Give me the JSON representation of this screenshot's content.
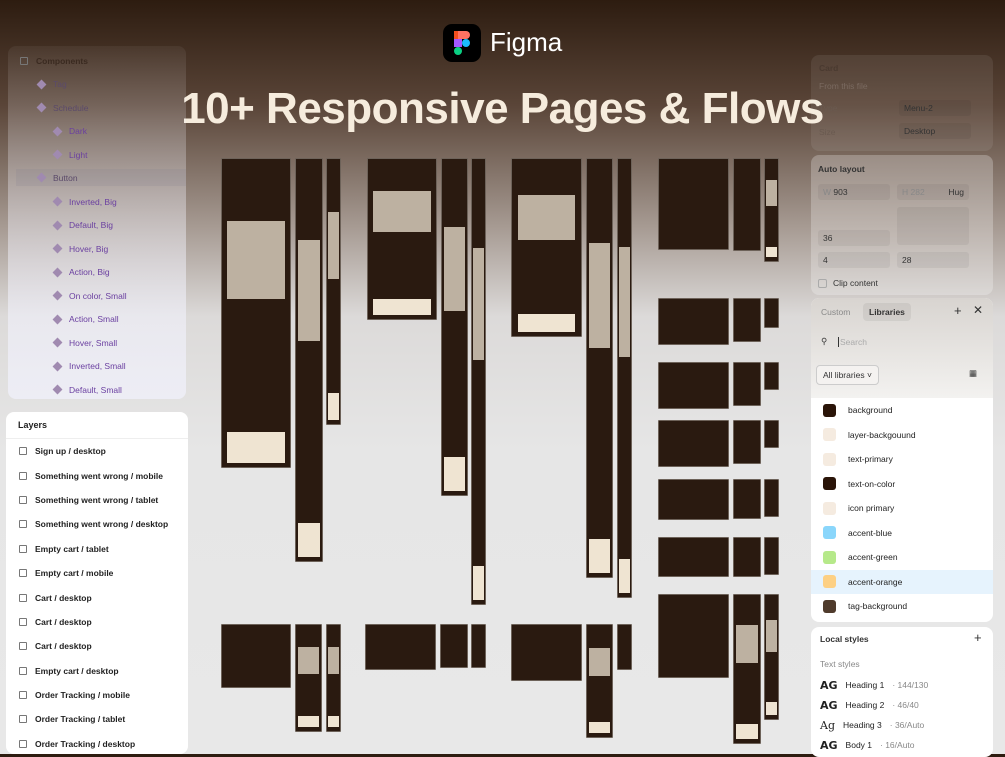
{
  "header": {
    "brand": "Figma",
    "headline": "10+ Responsive Pages & Flows"
  },
  "components": {
    "title": "Components",
    "items": [
      {
        "label": "Tag",
        "level": 1
      },
      {
        "label": "Schedule",
        "level": 1
      },
      {
        "label": "Dark",
        "level": 2
      },
      {
        "label": "Light",
        "level": 2
      },
      {
        "label": "Button",
        "level": 1
      },
      {
        "label": "Inverted, Big",
        "level": 2
      },
      {
        "label": "Default, Big",
        "level": 2
      },
      {
        "label": "Hover, Big",
        "level": 2
      },
      {
        "label": "Action, Big",
        "level": 2
      },
      {
        "label": "On color, Small",
        "level": 2
      },
      {
        "label": "Action, Small",
        "level": 2
      },
      {
        "label": "Hover, Small",
        "level": 2
      },
      {
        "label": "Inverted, Small",
        "level": 2
      },
      {
        "label": "Default, Small",
        "level": 2
      }
    ]
  },
  "layers": {
    "title": "Layers",
    "items": [
      "Sign up / desktop",
      "Something went wrong / mobile",
      "Something went wrong / tablet",
      "Something went wrong / desktop",
      "Empty cart / tablet",
      "Empty cart / mobile",
      "Cart / desktop",
      "Cart / desktop",
      "Cart / desktop",
      "Empty cart / desktop",
      "Order Tracking / mobile",
      "Order Tracking / tablet",
      "Order Tracking / desktop"
    ]
  },
  "properties": {
    "component": "Card",
    "source": "From this file",
    "type_label": "Type",
    "type_value": "Menu-2",
    "size_label": "Size",
    "size_value": "Desktop"
  },
  "auto_layout": {
    "title": "Auto layout",
    "w_label": "W",
    "w": "903",
    "h_label": "H",
    "h": "282",
    "h_mode": "Hug",
    "gap": "36",
    "padding_h": "4",
    "padding_v": "28",
    "clip": "Clip content"
  },
  "libraries": {
    "tab_custom": "Custom",
    "tab_libraries": "Libraries",
    "search_placeholder": "Search",
    "filter": "All libraries",
    "colors": [
      {
        "name": "background",
        "hex": "#2a1408"
      },
      {
        "name": "layer-backgouund",
        "hex": "#f5ebe0"
      },
      {
        "name": "text-primary",
        "hex": "#f5ebe0"
      },
      {
        "name": "text-on-color",
        "hex": "#2a1408"
      },
      {
        "name": "icon primary",
        "hex": "#f5ebe0"
      },
      {
        "name": "accent-blue",
        "hex": "#8ad6fb"
      },
      {
        "name": "accent-green",
        "hex": "#b6e98a"
      },
      {
        "name": "accent-orange",
        "hex": "#fdd084"
      },
      {
        "name": "tag-background",
        "hex": "#4f3b2c"
      }
    ],
    "selected": "accent-orange"
  },
  "local_styles": {
    "title": "Local styles",
    "section": "Text styles",
    "items": [
      {
        "glyph": "AG",
        "name": "Heading 1",
        "spec": "· 144/130"
      },
      {
        "glyph": "AG",
        "name": "Heading 2",
        "spec": "· 46/40"
      },
      {
        "glyph": "Ag",
        "name": "Heading 3",
        "spec": "· 36/Auto"
      },
      {
        "glyph": "AG",
        "name": "Body 1",
        "spec": "· 16/Auto"
      }
    ]
  }
}
